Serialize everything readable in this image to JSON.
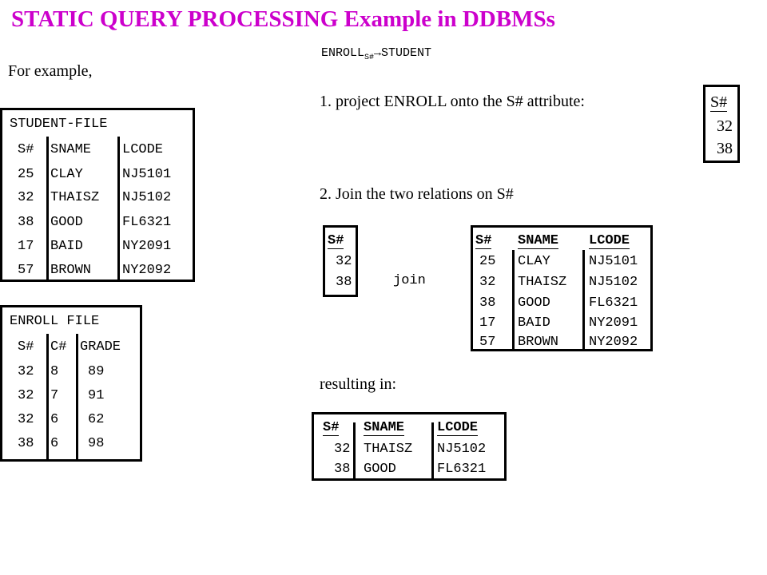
{
  "title": "STATIC QUERY PROCESSING Example in DDBMSs",
  "intro": "For example,",
  "expression": {
    "left": "ENROLL",
    "sub": "S#",
    "arrow": "→",
    "right": "STUDENT"
  },
  "step1": "1. project ENROLL onto the S# attribute:",
  "step2": "2. Join the two relations on S#",
  "join_word": "join",
  "result_label": "resulting in:",
  "student_file": {
    "title": "STUDENT-FILE",
    "headers": [
      "S#",
      "SNAME",
      "LCODE"
    ],
    "rows": [
      [
        "25",
        "CLAY",
        "NJ5101"
      ],
      [
        "32",
        "THAISZ",
        "NJ5102"
      ],
      [
        "38",
        "GOOD",
        "FL6321"
      ],
      [
        "17",
        "BAID",
        "NY2091"
      ],
      [
        "57",
        "BROWN",
        "NY2092"
      ]
    ]
  },
  "enroll_file": {
    "title": "ENROLL FILE",
    "headers": [
      "S#",
      "C#",
      "GRADE"
    ],
    "rows": [
      [
        "32",
        "8",
        "89"
      ],
      [
        "32",
        "7",
        "91"
      ],
      [
        "32",
        "6",
        "62"
      ],
      [
        "38",
        "6",
        "98"
      ]
    ]
  },
  "projection": {
    "header": "S#",
    "values": [
      "32",
      "38"
    ]
  },
  "join_left": {
    "header": "S#",
    "values": [
      "32",
      "38"
    ]
  },
  "join_right": {
    "headers": [
      "S#",
      "SNAME",
      "LCODE"
    ],
    "rows": [
      [
        "25",
        "CLAY",
        "NJ5101"
      ],
      [
        "32",
        "THAISZ",
        "NJ5102"
      ],
      [
        "38",
        "GOOD",
        "FL6321"
      ],
      [
        "17",
        "BAID",
        "NY2091"
      ],
      [
        "57",
        "BROWN",
        "NY2092"
      ]
    ]
  },
  "result": {
    "headers": [
      "S#",
      "SNAME",
      "LCODE"
    ],
    "rows": [
      [
        "32",
        "THAISZ",
        "NJ5102"
      ],
      [
        "38",
        "GOOD",
        "FL6321"
      ]
    ]
  }
}
